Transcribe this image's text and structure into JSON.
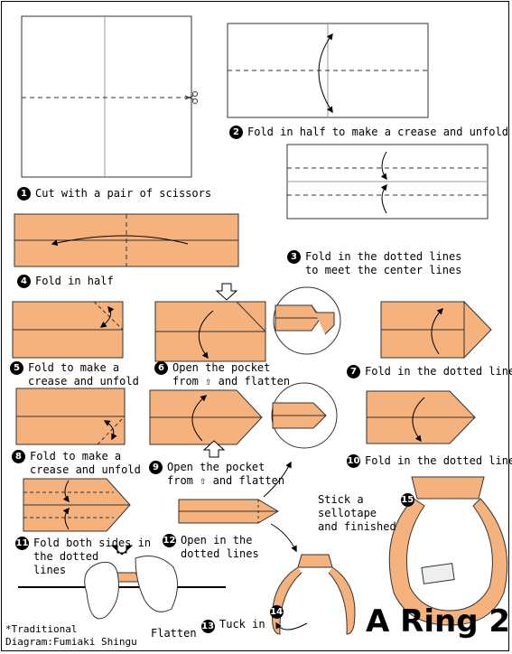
{
  "title": "A Ring 2",
  "credit": {
    "line1": "*Traditional",
    "line2": "Diagram:Fumiaki Shingu"
  },
  "colors": {
    "paper": "#F6B27C",
    "outline": "#333333",
    "ink": "#000000"
  },
  "steps": [
    {
      "number": "1",
      "text": "Cut with a pair of scissors"
    },
    {
      "number": "2",
      "text": "Fold in half to make a crease and unfold"
    },
    {
      "number": "3",
      "text": "Fold in the dotted lines\nto meet the center lines"
    },
    {
      "number": "4",
      "text": "Fold in half"
    },
    {
      "number": "5",
      "text": "Fold to make a\ncrease and unfold"
    },
    {
      "number": "6",
      "text": "Open the pocket\nfrom",
      "text2": "and flatten"
    },
    {
      "number": "7",
      "text": "Fold in the dotted line"
    },
    {
      "number": "8",
      "text": "Fold to make a\ncrease and unfold"
    },
    {
      "number": "9",
      "text": "Open the pocket\nfrom",
      "text2": "and flatten"
    },
    {
      "number": "10",
      "text": "Fold in the dotted line"
    },
    {
      "number": "11",
      "text": "Fold both sides in\nthe dotted\nlines"
    },
    {
      "number": "12",
      "text": "Open in the\ndotted lines"
    },
    {
      "number": "13",
      "text": "Flatten"
    },
    {
      "number": "14",
      "text": "Tuck in"
    },
    {
      "number": "15",
      "text": "Stick a\nsellotape\nand finished"
    }
  ]
}
